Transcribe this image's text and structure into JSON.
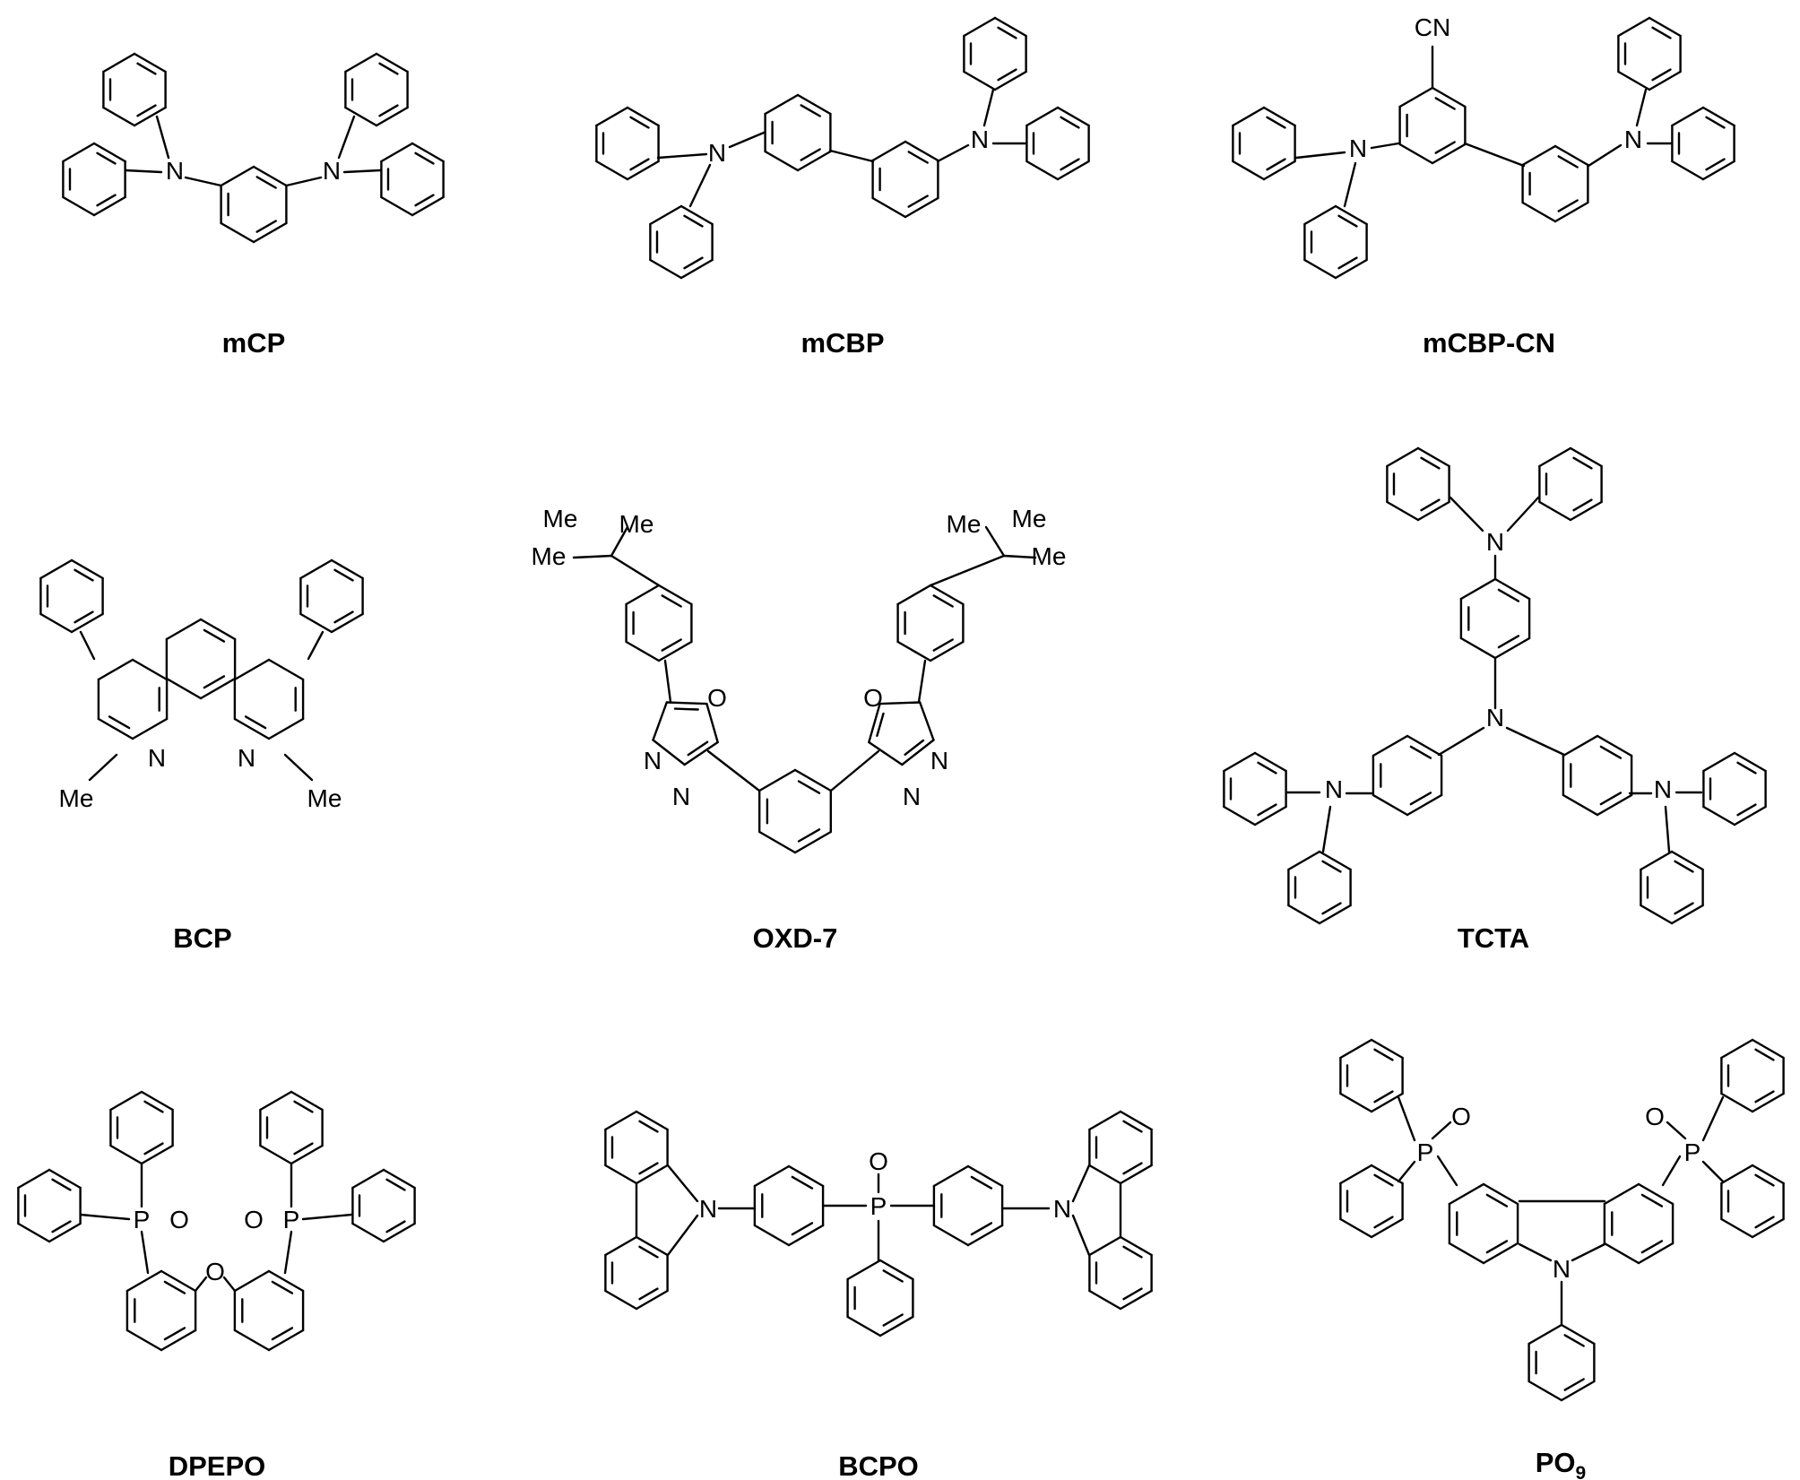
{
  "molecules": [
    {
      "name": "mCP",
      "atoms": [
        "N",
        "N"
      ]
    },
    {
      "name": "mCBP",
      "atoms": [
        "N",
        "N"
      ]
    },
    {
      "name": "mCBP-CN",
      "atoms": [
        "CN",
        "N",
        "N"
      ]
    },
    {
      "name": "BCP",
      "atoms": [
        "N",
        "N",
        "Me",
        "Me"
      ]
    },
    {
      "name": "OXD-7",
      "atoms": [
        "Me",
        "Me",
        "Me",
        "Me",
        "Me",
        "Me",
        "O",
        "O",
        "N",
        "N",
        "N",
        "N"
      ]
    },
    {
      "name": "TCTA",
      "atoms": [
        "N",
        "N",
        "N",
        "N"
      ]
    },
    {
      "name": "DPEPO",
      "atoms": [
        "P",
        "O",
        "O",
        "P",
        "O"
      ]
    },
    {
      "name": "BCPO",
      "atoms": [
        "P",
        "O",
        "N",
        "N"
      ]
    },
    {
      "name": "PO",
      "name_subscript": "9",
      "atoms": [
        "P",
        "O",
        "O",
        "P",
        "N"
      ]
    }
  ]
}
